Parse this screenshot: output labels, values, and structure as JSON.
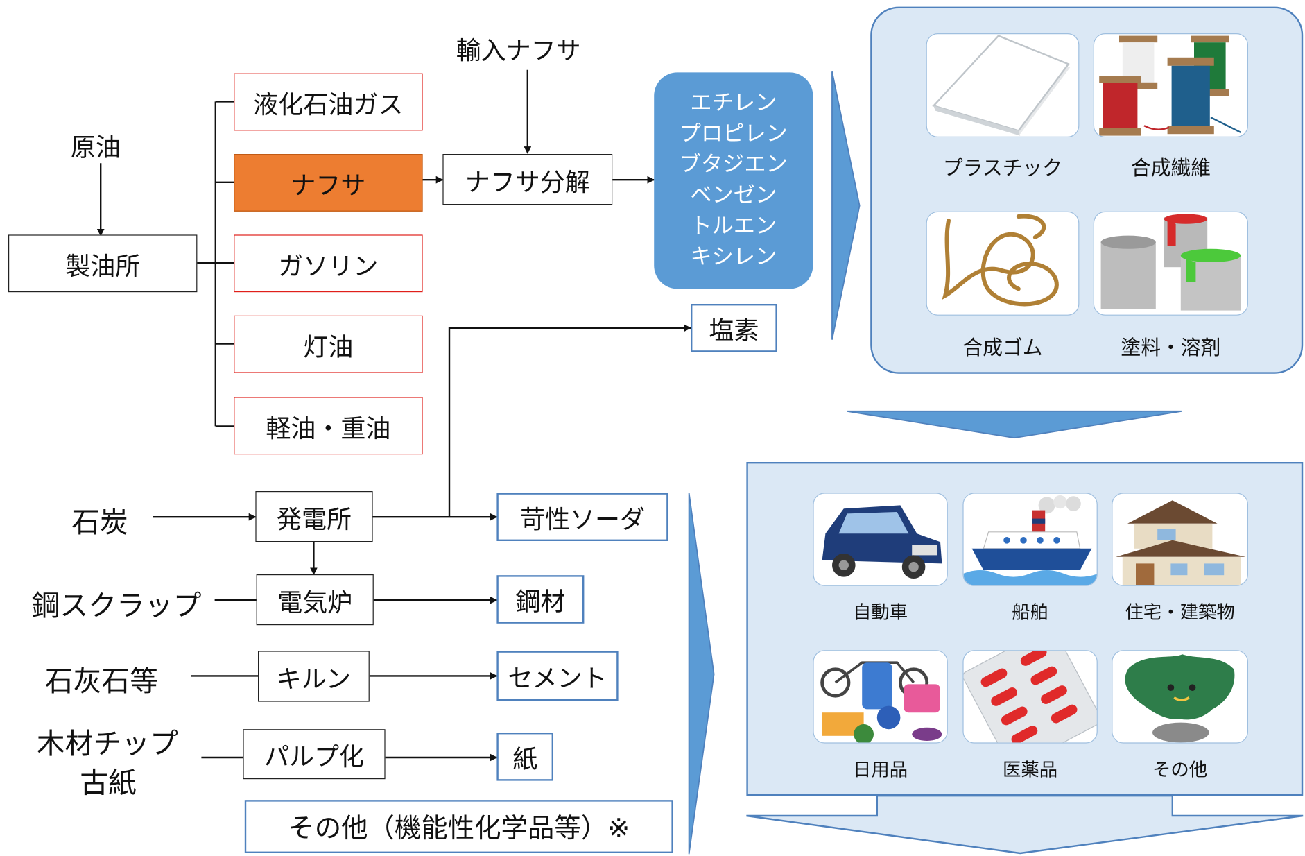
{
  "sources": {
    "crude_oil": "原油",
    "imported_naphtha": "輸入ナフサ",
    "coal": "石炭",
    "steel_scrap": "鋼スクラップ",
    "limestone": "石灰石等",
    "wood_chip": "木材チップ",
    "waste_paper": "古紙"
  },
  "processes": {
    "refinery": "製油所",
    "naphtha_cracking": "ナフサ分解",
    "power_plant": "発電所",
    "electric_furnace": "電気炉",
    "kiln": "キルン",
    "pulping": "パルプ化"
  },
  "refinery_products": {
    "lpg": "液化石油ガス",
    "naphtha": "ナフサ",
    "gasoline": "ガソリン",
    "kerosene": "灯油",
    "diesel_heavy": "軽油・重油"
  },
  "basic_chemicals": [
    "エチレン",
    "プロピレン",
    "ブタジエン",
    "ベンゼン",
    "トルエン",
    "キシレン"
  ],
  "outputs": {
    "chlorine": "塩素",
    "caustic_soda": "苛性ソーダ",
    "steel": "鋼材",
    "cement": "セメント",
    "paper": "紙",
    "other_functional": "その他（機能性化学品等）※"
  },
  "materials": [
    "プラスチック",
    "合成繊維",
    "合成ゴム",
    "塗料・溶剤"
  ],
  "end_uses": [
    "自動車",
    "船舶",
    "住宅・建築物",
    "日用品",
    "医薬品",
    "その他"
  ],
  "colors": {
    "naphtha_fill": "#ed7d31",
    "chem_fill": "#5b9bd5",
    "panel_fill": "#dbe8f5",
    "accent_border": "#4f81bd",
    "product_border": "#e0201a"
  }
}
